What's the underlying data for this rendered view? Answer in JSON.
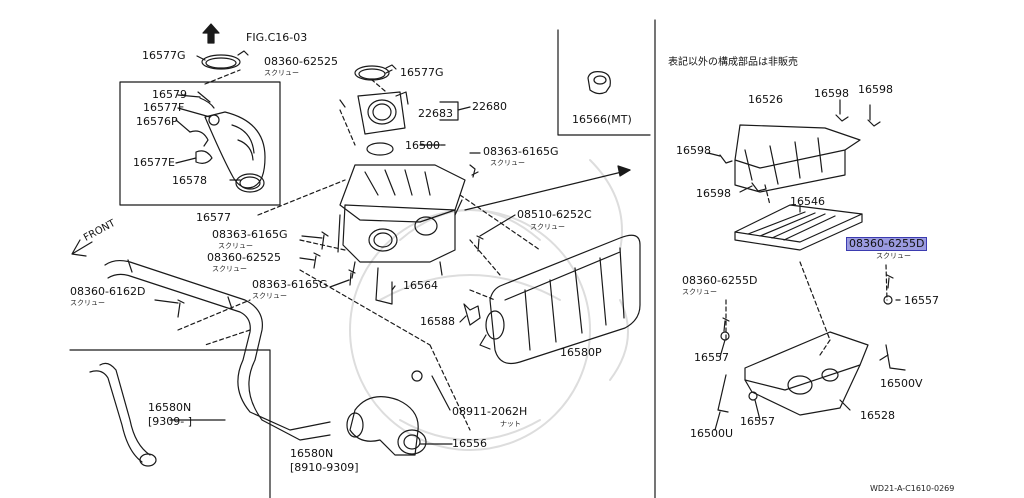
{
  "diagram": {
    "fig_ref": "FIG.C16-03",
    "front_label": "FRONT",
    "note_jp": "表記以外の構成部品は非販売",
    "footer_code": "WD21-A-C1610-0269",
    "screw_jp": "スクリュー",
    "nut_jp": "ナット",
    "parts": {
      "p16577G_a": "16577G",
      "p16577G_b": "16577G",
      "p16579": "16579",
      "p16577F": "16577F",
      "p16576P": "16576P",
      "p16577E": "16577E",
      "p16578": "16578",
      "p16577": "16577",
      "s08360_62525_a": "08360-62525",
      "p22683": "22683",
      "p22680": "22680",
      "p16500": "16500",
      "s08363_6165G_a": "08363-6165G",
      "s08510_6252C": "08510-6252C",
      "s08363_6165G_b": "08363-6165G",
      "s08360_62525_b": "08360-62525",
      "s08363_6165G_c": "08363-6165G",
      "p16564": "16564",
      "s08360_6162D": "08360-6162D",
      "p16588": "16588",
      "p16580P": "16580P",
      "p16580N_a": "16580N",
      "p16580N_a_range": "[9309-        ]",
      "p16580N_b": "16580N",
      "p16580N_b_range": "[8910-9309]",
      "n08911_2062H": "08911-2062H",
      "p16556": "16556",
      "p16566MT": "16566(MT)",
      "p16526": "16526",
      "p16598_a": "16598",
      "p16598_b": "16598",
      "p16598_c": "16598",
      "p16598_d": "16598",
      "p16546": "16546",
      "s08360_6255D_hl": "08360-6255D",
      "s08360_6255D": "08360-6255D",
      "p16557_a": "16557",
      "p16557_b": "16557",
      "p16557_c": "16557",
      "p16500V": "16500V",
      "p16528": "16528",
      "p16500U": "16500U"
    }
  },
  "colors": {
    "line": "#1a1a1a",
    "highlight_fill": "#9b9be0",
    "highlight_border": "#3b3bb0",
    "watermark": "#d9d9d9"
  }
}
